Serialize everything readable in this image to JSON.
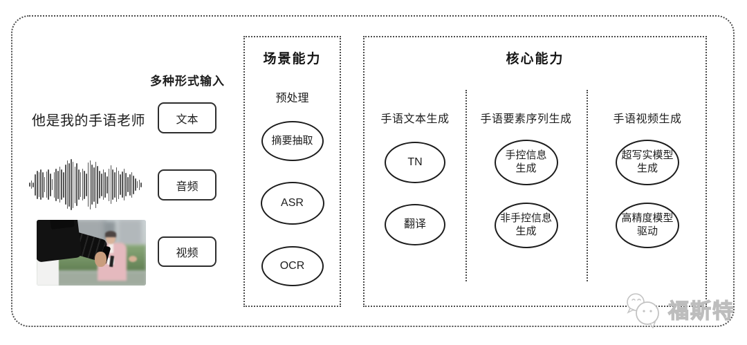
{
  "frame": {
    "input_section": {
      "label": "多种形式输入",
      "sample_text": "他是我的手语老师",
      "inputs": [
        {
          "label": "文本"
        },
        {
          "label": "音频"
        },
        {
          "label": "视频"
        }
      ]
    },
    "scene_box": {
      "title": "场景能力",
      "subtitle": "预处理",
      "nodes": [
        "摘要抽取",
        "ASR",
        "OCR"
      ]
    },
    "core_box": {
      "title": "核心能力",
      "columns": [
        {
          "header": "手语文本生成",
          "nodes": [
            "TN",
            "翻译"
          ]
        },
        {
          "header": "手语要素序列生成",
          "nodes": [
            "手控信息\n生成",
            "非手控信息\n生成"
          ]
        },
        {
          "header": "手语视频生成",
          "nodes": [
            "超写实模型\n生成",
            "高精度模型\n驱动"
          ]
        }
      ]
    }
  },
  "watermark": {
    "text": "福斯特",
    "icon": "chat-bubbles-icon"
  },
  "colors": {
    "line": "#2c2c2c",
    "dotted_border": "#4a4a4a",
    "watermark": "#bdbdbd",
    "background": "#ffffff"
  }
}
